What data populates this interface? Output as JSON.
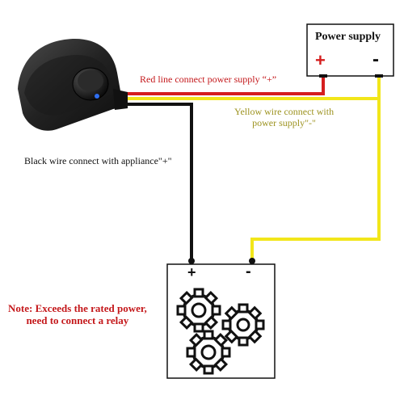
{
  "power_supply": {
    "title": "Power supply",
    "plus": "+",
    "minus": "-"
  },
  "labels": {
    "red": "Red line connect power supply “+”",
    "yellow_line1": "Yellow wire connect with",
    "yellow_line2": "power supply\"-\"",
    "black": "Black wire connect with appliance\"+\""
  },
  "appliance": {
    "plus": "+",
    "minus": "-"
  },
  "note": {
    "line1": "Note: Exceeds the rated power,",
    "line2": "need to connect a relay"
  },
  "colors": {
    "red_wire": "#d51e1e",
    "yellow_wire": "#f2e61a",
    "black_wire": "#111111",
    "note_text": "#c4181b",
    "yellow_text": "#9d9320"
  },
  "icons": [
    "rocker-switch-icon",
    "gear-icon"
  ]
}
